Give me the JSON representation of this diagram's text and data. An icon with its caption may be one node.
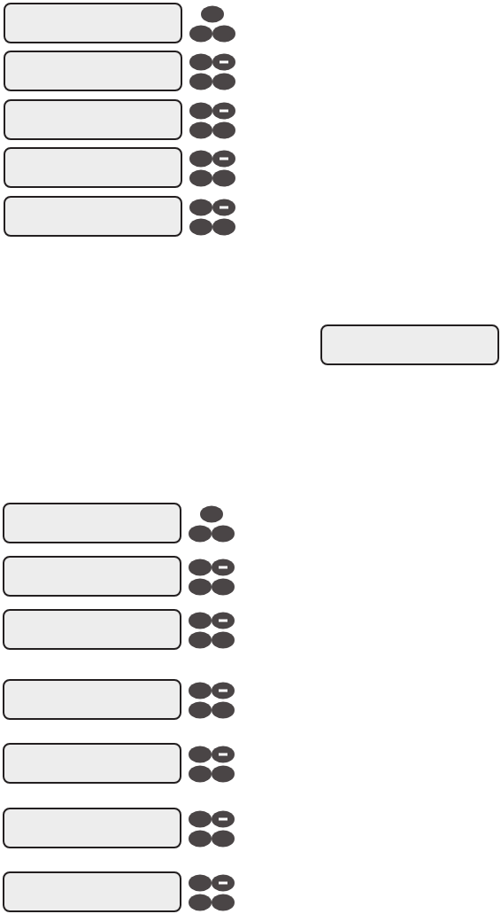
{
  "diagram": {
    "nodes": [
      {
        "text": [],
        "shape": "box"
      },
      {
        "text": [],
        "shape": "box"
      },
      {
        "text": [],
        "shape": "box"
      },
      {
        "text": [],
        "shape": "box"
      },
      {
        "text": [],
        "shape": "box"
      },
      {
        "text": [],
        "shape": "box"
      },
      {
        "text": [],
        "shape": "box"
      },
      {
        "text": [],
        "shape": "box"
      },
      {
        "text": [],
        "shape": "box"
      },
      {
        "text": [],
        "shape": "box"
      },
      {
        "text": [],
        "shape": "box"
      },
      {
        "text": [],
        "shape": "box"
      },
      {
        "text": [],
        "shape": "box"
      }
    ]
  }
}
